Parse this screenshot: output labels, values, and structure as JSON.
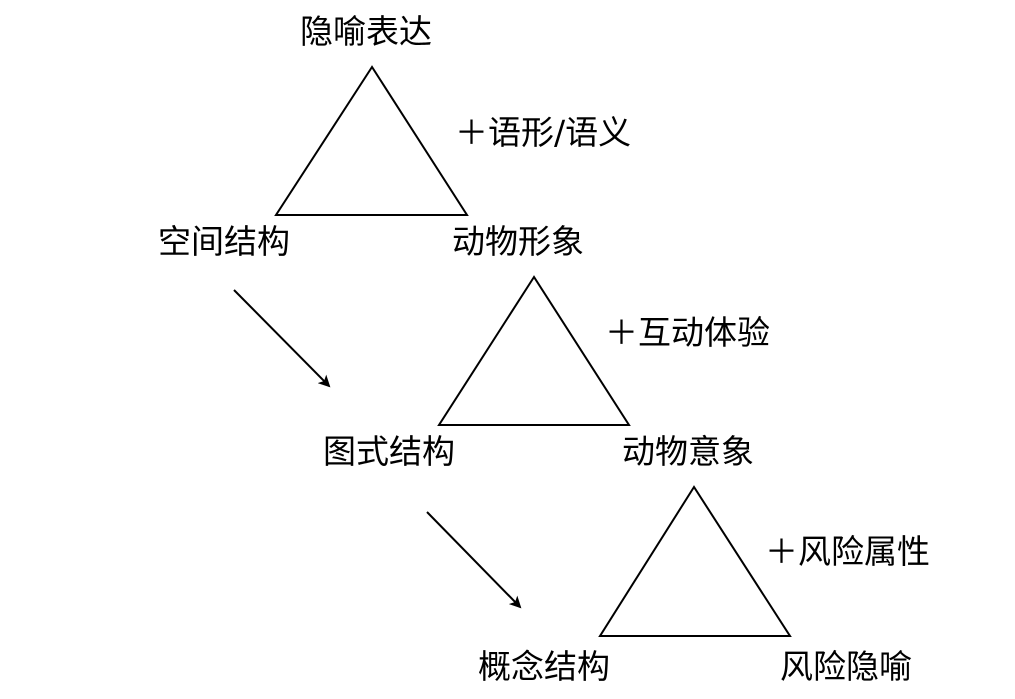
{
  "diagram": {
    "level1": {
      "apex": "隐喻表达",
      "relation": "＋语形/语义",
      "left": "空间结构",
      "right": "动物形象"
    },
    "level2": {
      "relation": "＋互动体验",
      "left": "图式结构",
      "right": "动物意象"
    },
    "level3": {
      "relation": "＋风险属性",
      "left": "概念结构",
      "right": "风险隐喻"
    }
  }
}
